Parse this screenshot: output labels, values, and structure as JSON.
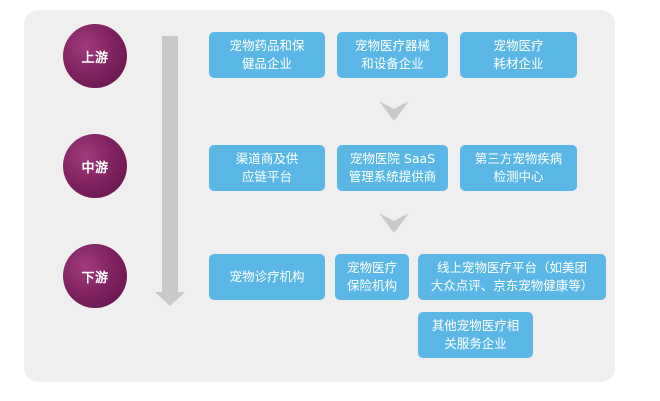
{
  "stages": {
    "upstream": "上游",
    "midstream": "中游",
    "downstream": "下游"
  },
  "upstream_boxes": [
    "宠物药品和保\n健品企业",
    "宠物医疗器械\n和设备企业",
    "宠物医疗\n耗材企业"
  ],
  "midstream_boxes": [
    "渠道商及供\n应链平台",
    "宠物医院 SaaS\n管理系统提供商",
    "第三方宠物疾病\n检测中心"
  ],
  "downstream_boxes": [
    "宠物诊疗机构",
    "宠物医疗\n保险机构",
    "线上宠物医疗平台（如美团\n大众点评、京东宠物健康等）",
    "其他宠物医疗相\n关服务企业"
  ],
  "colors": {
    "box": "#5ab7e6",
    "stage": "#7b1f5d",
    "arrow": "#c9c9cb",
    "panel": "#efeff0"
  }
}
